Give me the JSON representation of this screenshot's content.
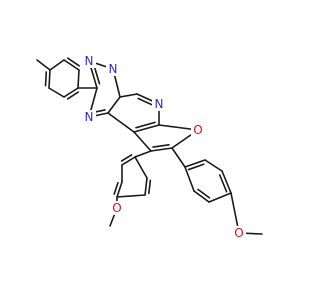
{
  "molecule": {
    "atom_labels": {
      "n_triazole_1": "N",
      "n_triazole_2": "N",
      "n_triazole_4": "N",
      "n_pyrimidine": "N",
      "o_furan": "O",
      "o_methoxy_left": "O",
      "o_methoxy_right": "O"
    },
    "colors": {
      "bond": "#1a1a1a",
      "nitrogen": "#2b2bd6",
      "oxygen": "#e0101a"
    }
  }
}
